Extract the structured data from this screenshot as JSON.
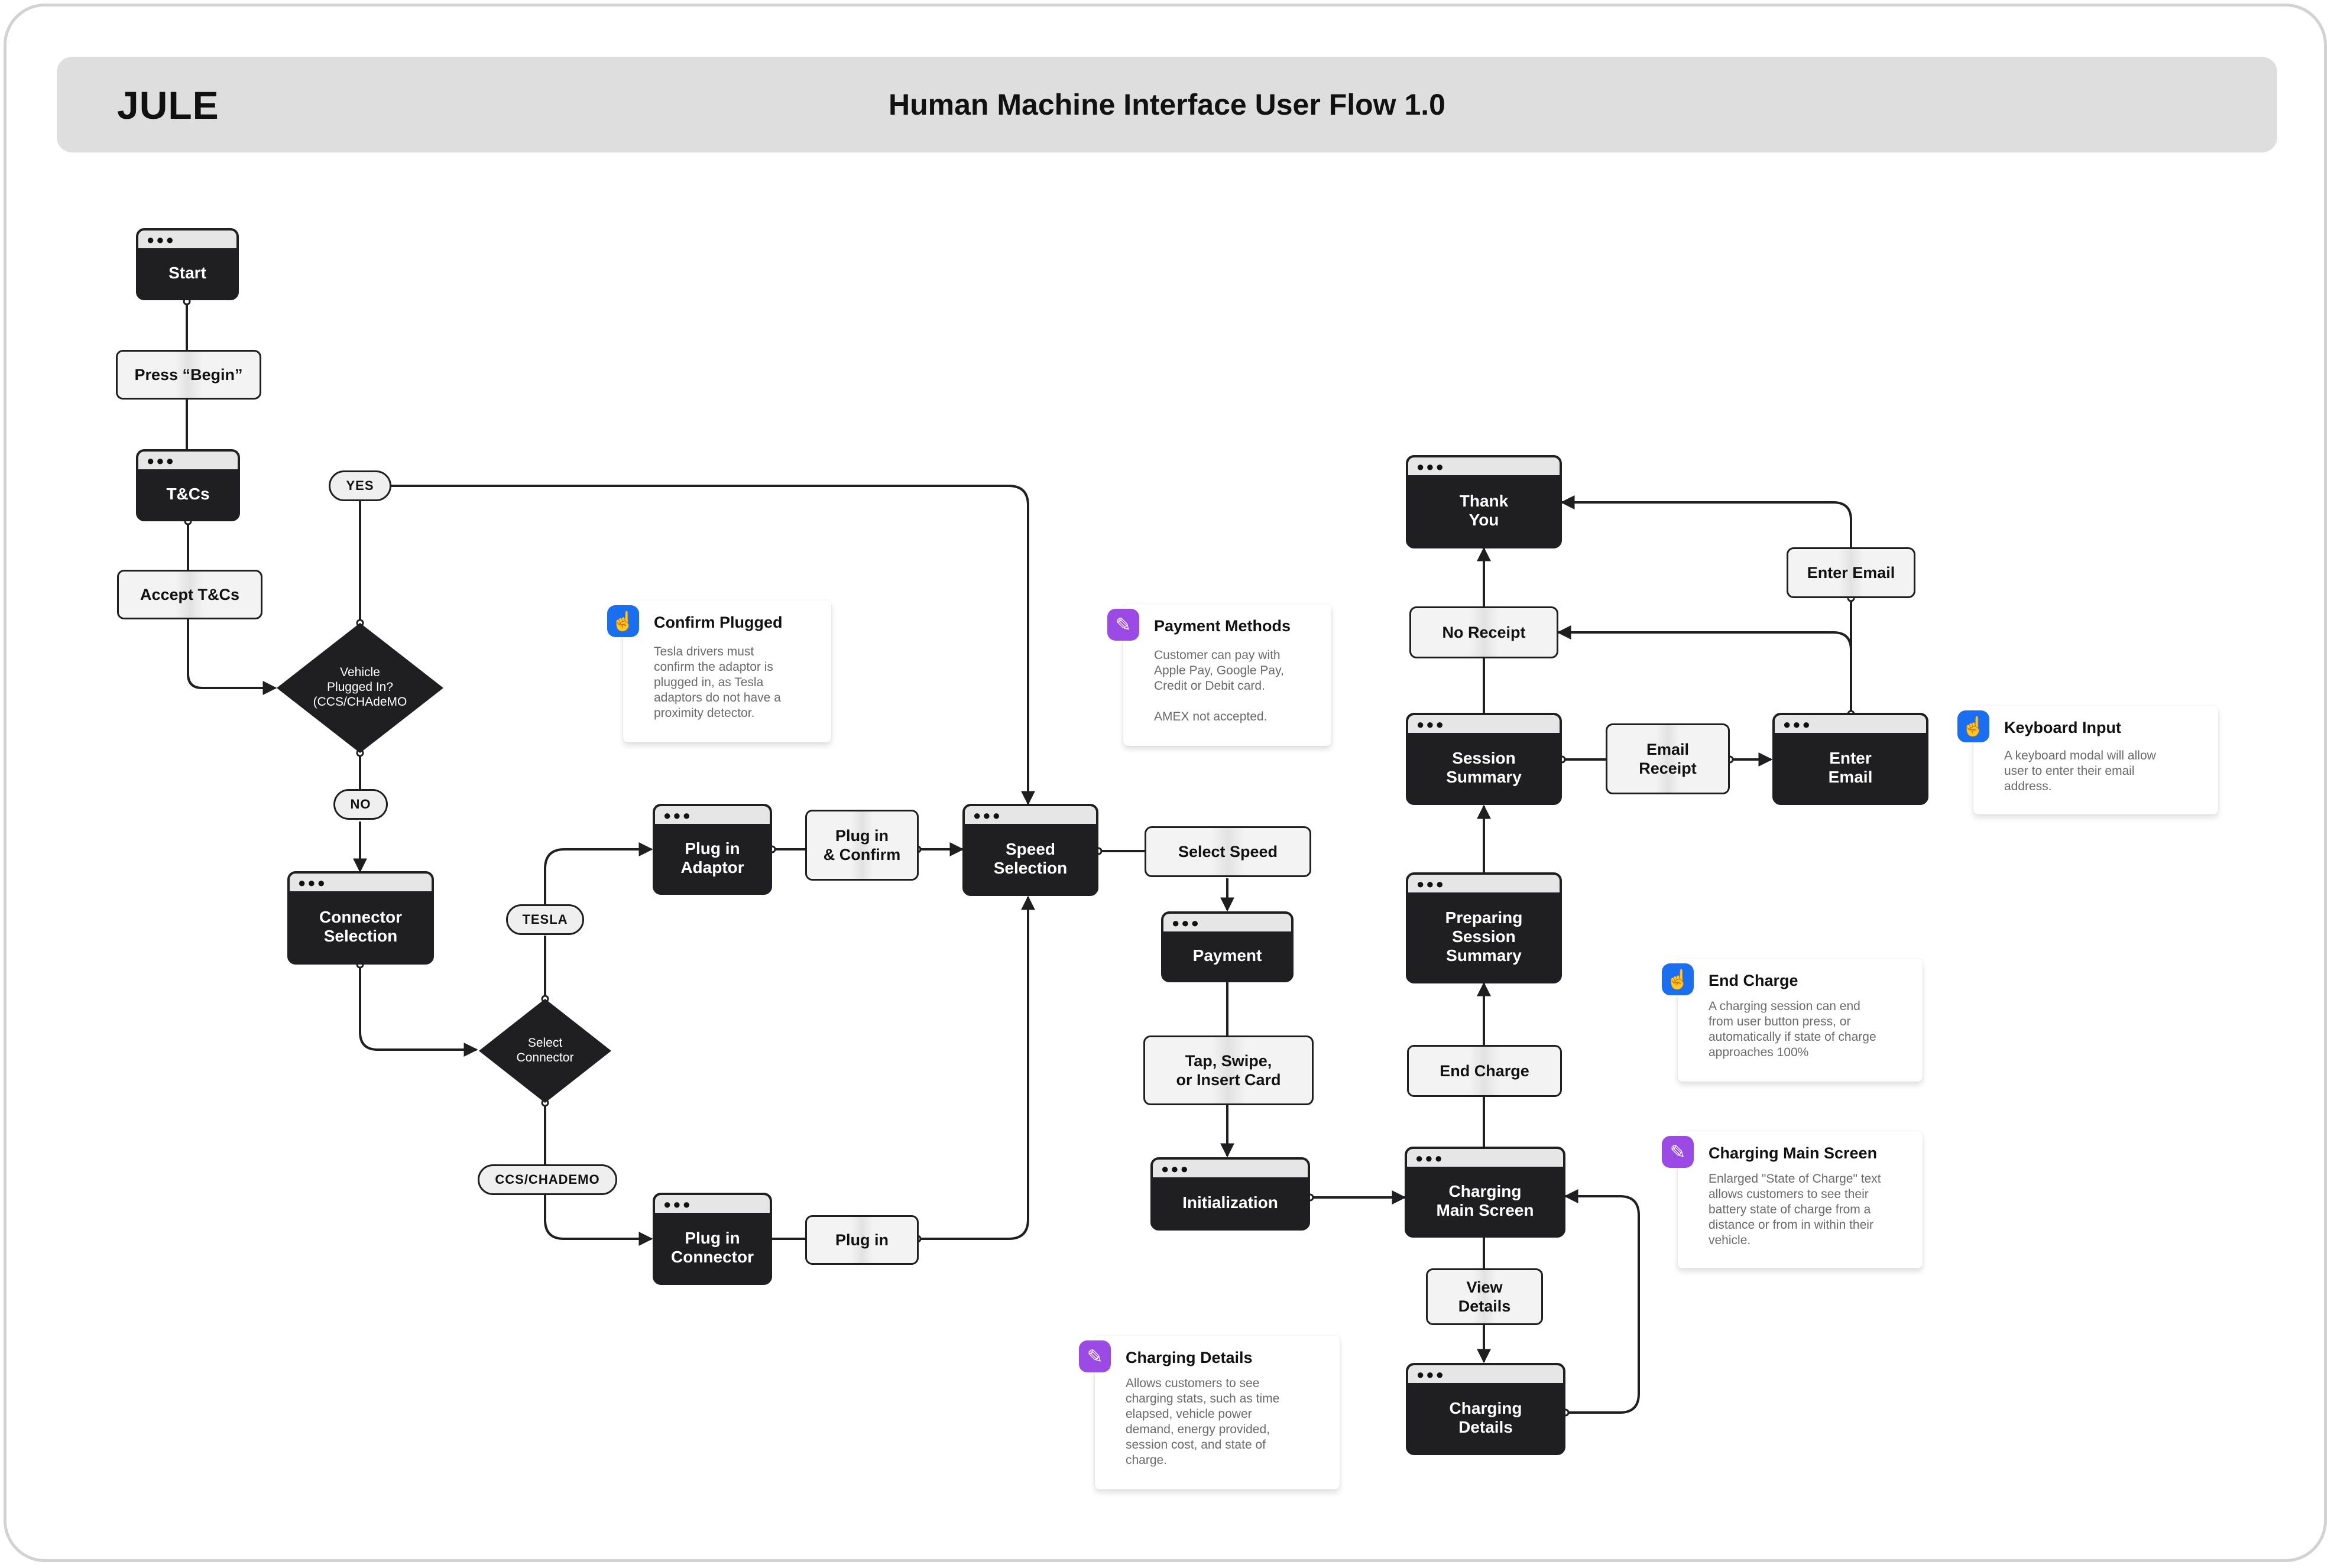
{
  "header": {
    "brand": "JULE",
    "title": "Human Machine Interface User Flow 1.0"
  },
  "screens": {
    "start": "Start",
    "tcs": "T&Cs",
    "connector_selection": "Connector\nSelection",
    "plug_in_adaptor": "Plug in\nAdaptor",
    "plug_in_connector": "Plug in\nConnector",
    "speed_selection": "Speed\nSelection",
    "payment": "Payment",
    "initialization": "Initialization",
    "charging_main_screen": "Charging\nMain Screen",
    "charging_details": "Charging\nDetails",
    "preparing_session_summary": "Preparing\nSession\nSummary",
    "session_summary": "Session\nSummary",
    "enter_email": "Enter\nEmail",
    "thank_you": "Thank\nYou"
  },
  "actions": {
    "press_begin": "Press “Begin”",
    "accept_tcs": "Accept T&Cs",
    "plug_in_confirm": "Plug in\n& Confirm",
    "plug_in": "Plug in",
    "select_speed": "Select Speed",
    "tap_swipe_insert": "Tap, Swipe,\nor Insert Card",
    "view_details": "View\nDetails",
    "end_charge": "End Charge",
    "no_receipt": "No Receipt",
    "email_receipt": "Email\nReceipt",
    "enter_email": "Enter Email"
  },
  "decisions": {
    "vehicle_plugged": "Vehicle\nPlugged In?\n(CCS/CHAdeMO",
    "select_connector": "Select\nConnector"
  },
  "branches": {
    "yes": "YES",
    "no": "NO",
    "tesla": "TESLA",
    "ccs_chademo": "CCS/CHADEMO"
  },
  "notes": {
    "confirm_plugged": {
      "title": "Confirm Plugged",
      "body": "Tesla drivers must\nconfirm the adaptor is\nplugged in, as Tesla\nadaptors do not have a\nproximity detector.",
      "icon": "tap-icon",
      "color": "#1a6ff0"
    },
    "payment_methods": {
      "title": "Payment Methods",
      "body": "Customer can pay with\nApple Pay, Google Pay,\nCredit or Debit card.\n\nAMEX not accepted.",
      "icon": "pencil-icon",
      "color": "#9b4ae6"
    },
    "keyboard_input": {
      "title": "Keyboard Input",
      "body": "A keyboard modal will allow\nuser to enter their email\naddress.",
      "icon": "tap-icon",
      "color": "#1a6ff0"
    },
    "end_charge": {
      "title": "End Charge",
      "body": "A charging session can end\nfrom user button press, or\nautomatically if state of charge\napproaches 100%",
      "icon": "tap-icon",
      "color": "#1a6ff0"
    },
    "charging_main_screen": {
      "title": "Charging Main Screen",
      "body": "Enlarged \"State of Charge\" text\nallows customers to see their\nbattery state of charge from a\ndistance or from in within their\nvehicle.",
      "icon": "pencil-icon",
      "color": "#9b4ae6"
    },
    "charging_details": {
      "title": "Charging Details",
      "body": "Allows customers to see\ncharging stats, such as time\nelapsed, vehicle power\ndemand, energy provided,\nsession cost, and state of\ncharge.",
      "icon": "pencil-icon",
      "color": "#9b4ae6"
    }
  }
}
